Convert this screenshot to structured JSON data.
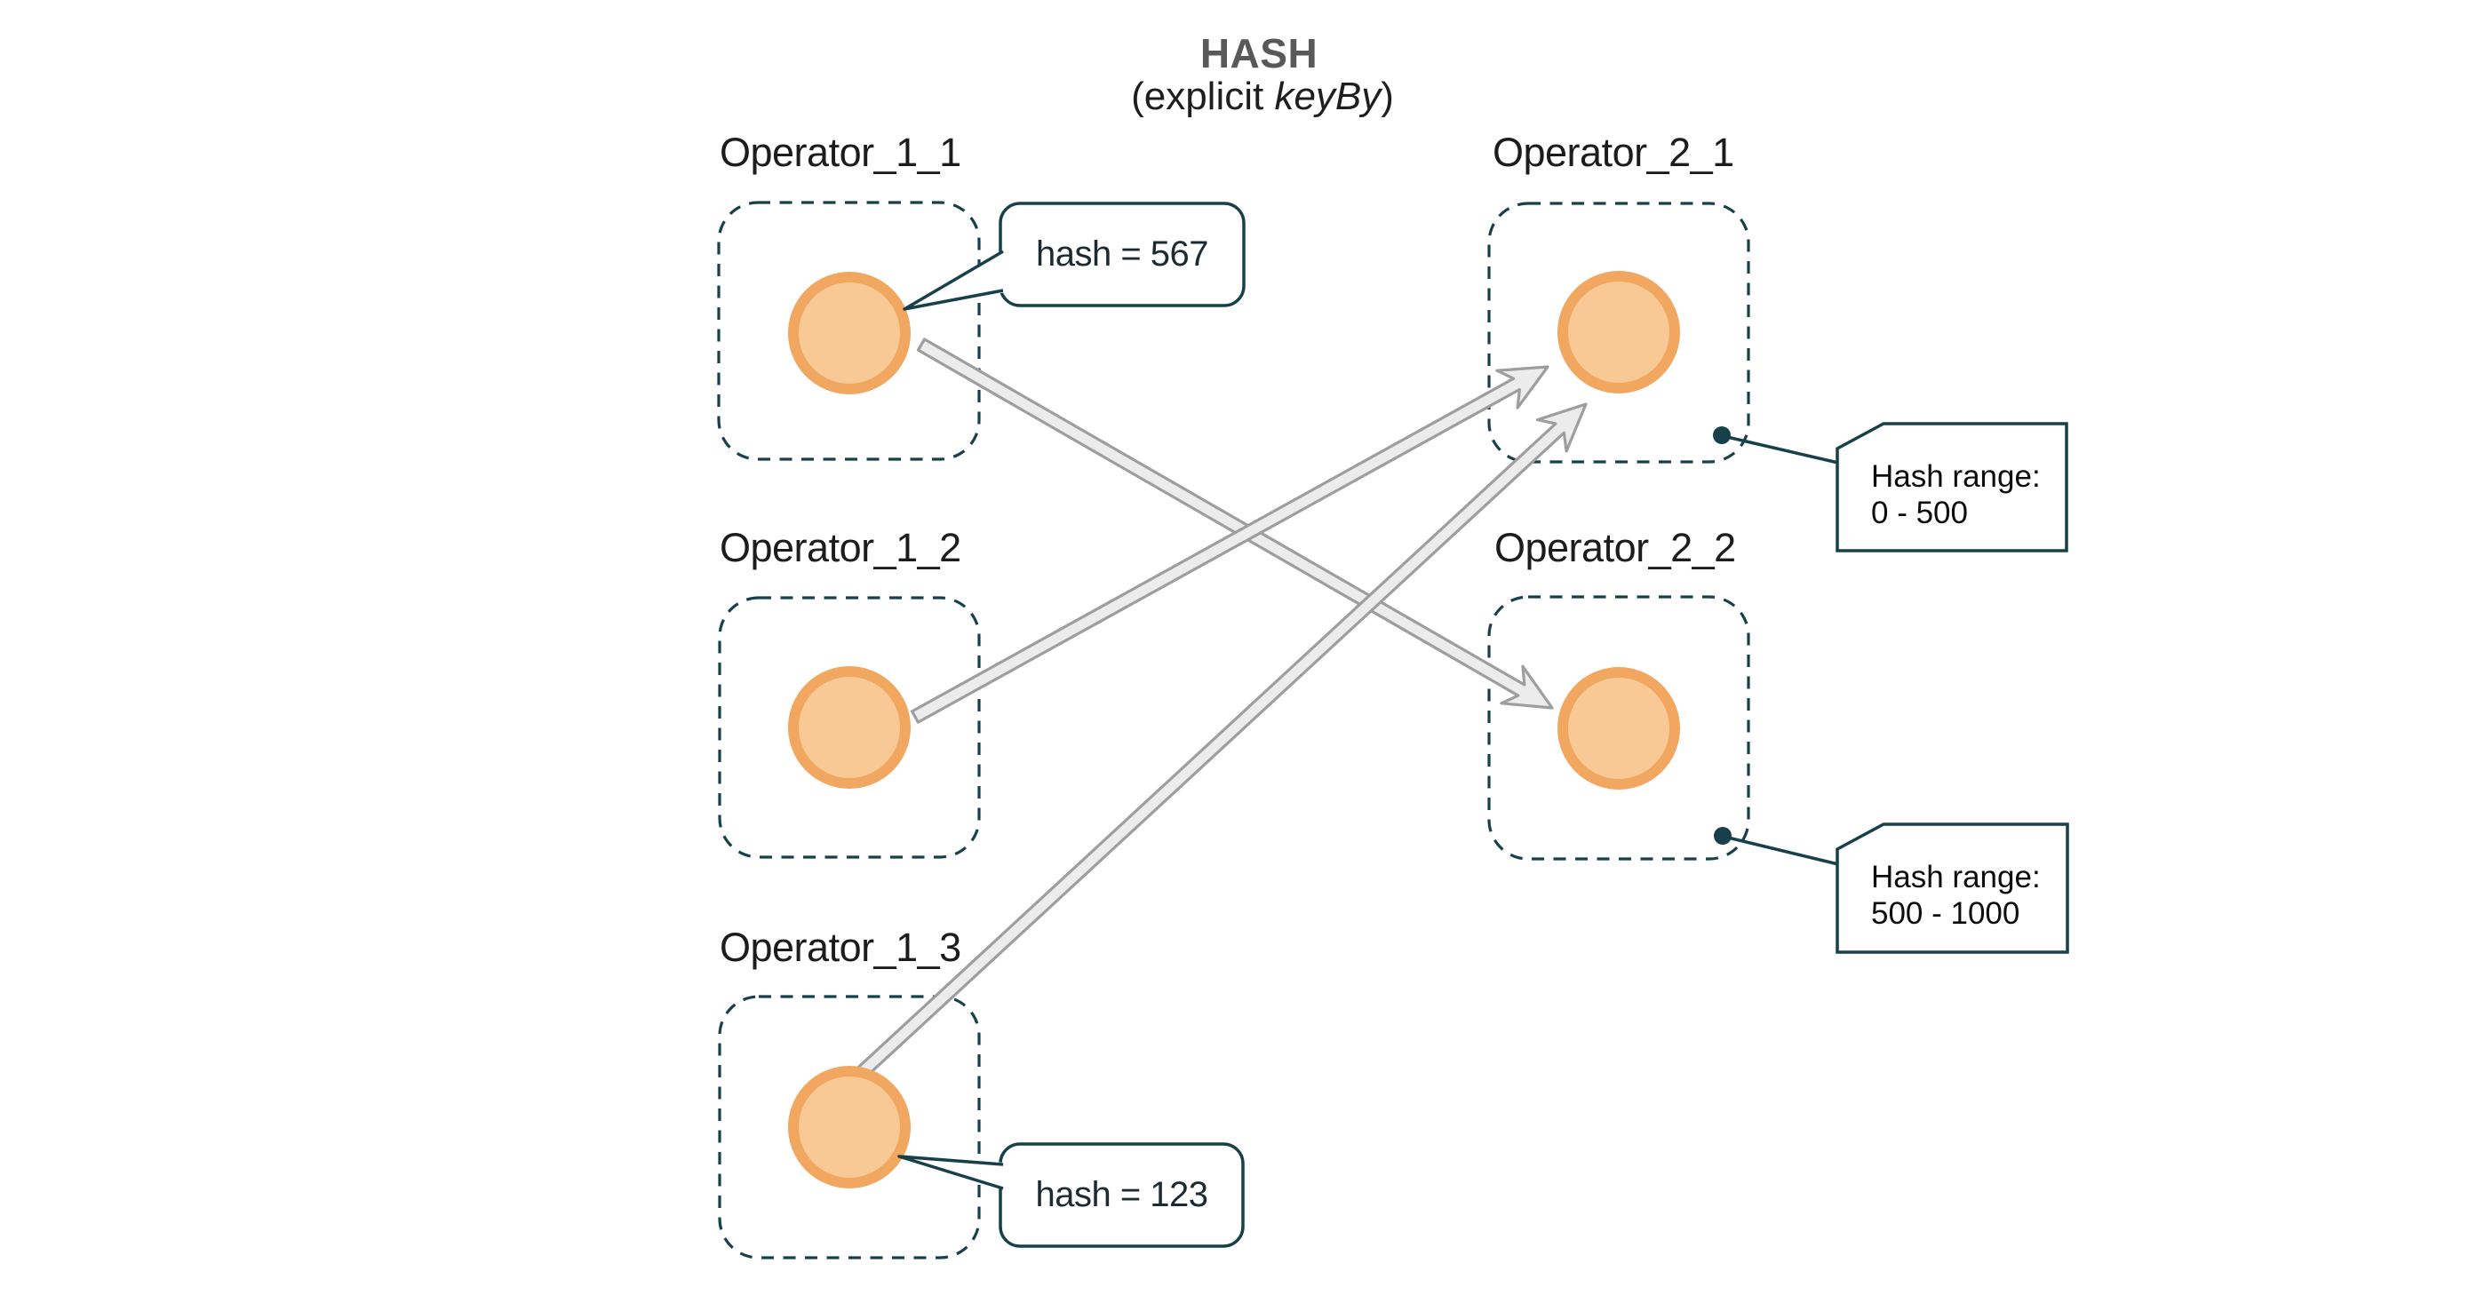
{
  "title": {
    "main": "HASH",
    "subtitle_prefix": "(explicit ",
    "subtitle_italic": "keyBy",
    "subtitle_suffix": ")"
  },
  "operators": {
    "left": [
      {
        "label": "Operator_1_1"
      },
      {
        "label": "Operator_1_2"
      },
      {
        "label": "Operator_1_3"
      }
    ],
    "right": [
      {
        "label": "Operator_2_1"
      },
      {
        "label": "Operator_2_2"
      }
    ]
  },
  "callouts": [
    {
      "text": "hash = 567",
      "attached_to": "Operator_1_1"
    },
    {
      "text": "hash = 123",
      "attached_to": "Operator_1_3"
    }
  ],
  "notes": [
    {
      "line1": "Hash range:",
      "line2": "0 - 500",
      "attached_to": "Operator_2_1"
    },
    {
      "line1": "Hash range:",
      "line2": "500 - 1000",
      "attached_to": "Operator_2_2"
    }
  ],
  "edges": [
    {
      "from": "Operator_1_1",
      "to": "Operator_2_2"
    },
    {
      "from": "Operator_1_2",
      "to": "Operator_2_1"
    },
    {
      "from": "Operator_1_3",
      "to": "Operator_2_1"
    }
  ],
  "colors": {
    "teal_outline": "#17404b",
    "circle_fill": "#f8c995",
    "circle_stroke": "#f1a75f",
    "arrow_fill": "#ececec",
    "arrow_stroke": "#9e9e9e",
    "title_gray": "#595959",
    "text_dark": "#1c1c1c",
    "background": "#ffffff"
  }
}
